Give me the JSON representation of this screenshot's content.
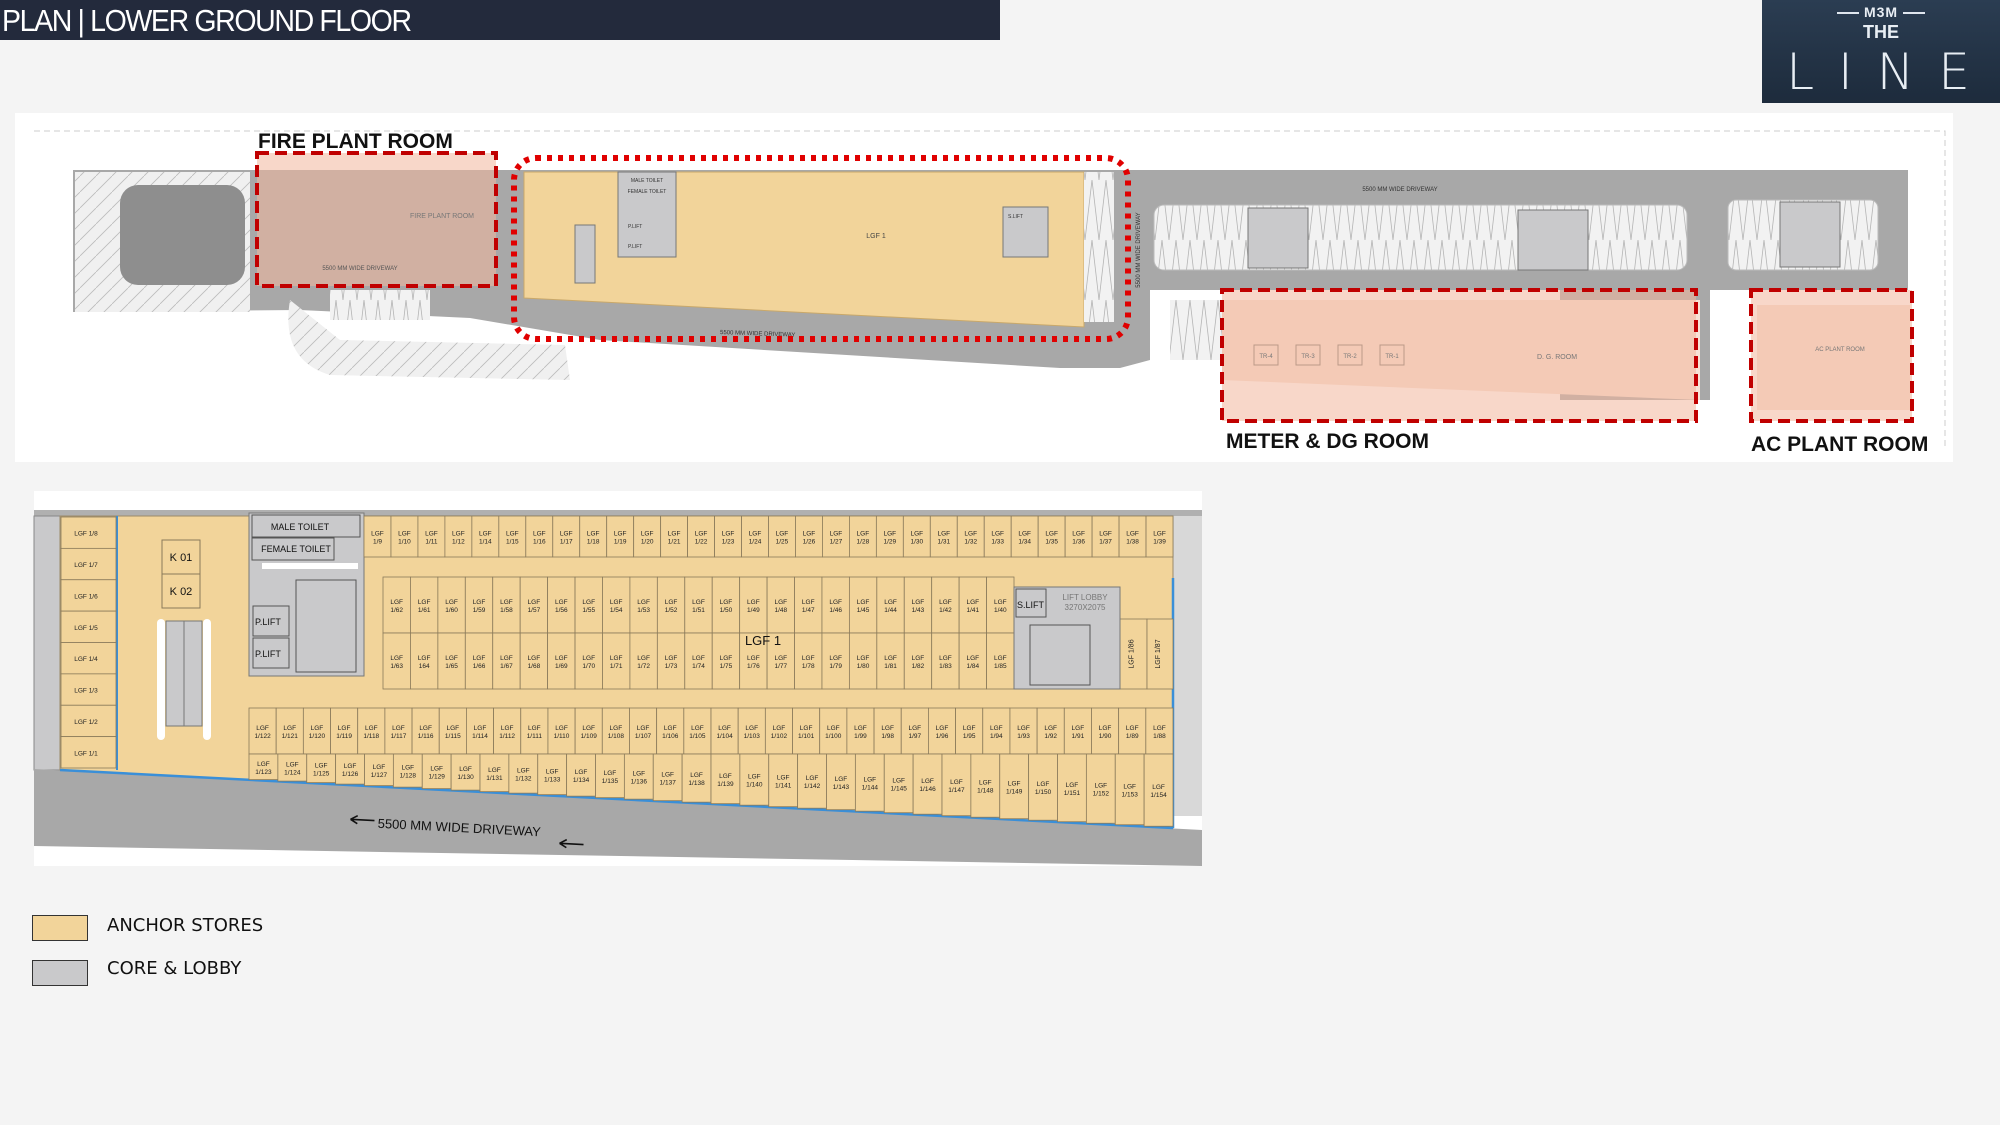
{
  "header": {
    "title": "PLAN | LOWER GROUND FLOOR"
  },
  "logo": {
    "brand": "M3M",
    "word": "LINE",
    "the": "THE"
  },
  "colors": {
    "anchor": "#f2d49a",
    "core": "#c9c9cb",
    "zone_outline": "#c00000",
    "zone_fill": "#f3b79c",
    "driveway": "#a8a8a8",
    "header_bg": "#232a3c"
  },
  "site_plan": {
    "zones": {
      "fire_plant": "FIRE PLANT ROOM",
      "meter_dg": "METER & DG ROOM",
      "ac_plant": "AC PLANT ROOM"
    },
    "labels": {
      "fire_plant_room": "FIRE PLANT ROOM",
      "lgf1": "LGF 1",
      "driveway": "5500 MM WIDE DRIVEWAY",
      "male_toilet": "MALE TOILET",
      "female_toilet": "FEMALE TOILET",
      "plift": "P.LIFT",
      "slift": "S.LIFT",
      "dg_room": "D. G. ROOM",
      "ac_plant_room": "AC PLANT ROOM",
      "transformers": [
        "TR-4",
        "TR-3",
        "TR-2",
        "TR-1"
      ]
    }
  },
  "detail_plan": {
    "anchor_label": "LGF 1",
    "male_toilet": "MALE TOILET",
    "female_toilet": "FEMALE TOILET",
    "plift": "P.LIFT",
    "slift": "S.LIFT",
    "lift_lobby": "LIFT LOBBY",
    "lift_lobby_size": "3270X2075",
    "kiosks": [
      "K 01",
      "K 02"
    ],
    "driveway": "5500 MM WIDE DRIVEWAY",
    "left_units": [
      "LGF 1/8",
      "LGF 1/7",
      "LGF 1/6",
      "LGF 1/5",
      "LGF 1/4",
      "LGF 1/3",
      "LGF 1/2",
      "LGF 1/1"
    ],
    "top_units": [
      "LGF 1/9",
      "LGF 1/10",
      "LGF 1/11",
      "LGF 1/12",
      "LGF 1/14",
      "LGF 1/15",
      "LGF 1/16",
      "LGF 1/17",
      "LGF 1/18",
      "LGF 1/19",
      "LGF 1/20",
      "LGF 1/21",
      "LGF 1/22",
      "LGF 1/23",
      "LGF 1/24",
      "LGF 1/25",
      "LGF 1/26",
      "LGF 1/27",
      "LGF 1/28",
      "LGF 1/29",
      "LGF 1/30",
      "LGF 1/31",
      "LGF 1/32",
      "LGF 1/33",
      "LGF 1/34",
      "LGF 1/35",
      "LGF 1/36",
      "LGF 1/37",
      "LGF 1/38",
      "LGF 1/39"
    ],
    "mid_upper_units": [
      "LGF 1/62",
      "LGF 1/61",
      "LGF 1/60",
      "LGF 1/59",
      "LGF 1/58",
      "LGF 1/57",
      "LGF 1/56",
      "LGF 1/55",
      "LGF 1/54",
      "LGF 1/53",
      "LGF 1/52",
      "LGF 1/51",
      "LGF 1/50",
      "LGF 1/49",
      "LGF 1/48",
      "LGF 1/47",
      "LGF 1/46",
      "LGF 1/45",
      "LGF 1/44",
      "LGF 1/43",
      "LGF 1/42",
      "LGF 1/41",
      "LGF 1/40"
    ],
    "mid_lower_units": [
      "LGF 1/63",
      "LGF 164",
      "LGF 1/65",
      "LGF 1/66",
      "LGF 1/67",
      "LGF 1/68",
      "LGF 1/69",
      "LGF 1/70",
      "LGF 1/71",
      "LGF 1/72",
      "LGF 1/73",
      "LGF 1/74",
      "LGF 1/75",
      "LGF 1/76",
      "LGF 1/77",
      "LGF 1/78",
      "LGF 1/79",
      "LGF 1/80",
      "LGF 1/81",
      "LGF 1/82",
      "LGF 1/83",
      "LGF 1/84",
      "LGF 1/85"
    ],
    "side_units": [
      "LGF 1/86",
      "LGF 1/87"
    ],
    "bottom_a_units": [
      "LGF 1/122",
      "LGF 1/121",
      "LGF 1/120",
      "LGF 1/119",
      "LGF 1/118",
      "LGF 1/117",
      "LGF 1/116",
      "LGF 1/115",
      "LGF 1/114",
      "LGF 1/112",
      "LGF 1/111",
      "LGF 1/110",
      "LGF 1/109",
      "LGF 1/108",
      "LGF 1/107",
      "LGF 1/106",
      "LGF 1/105",
      "LGF 1/104",
      "LGF 1/103",
      "LGF 1/102",
      "LGF 1/101",
      "LGF 1/100",
      "LGF 1/99",
      "LGF 1/98",
      "LGF 1/97",
      "LGF 1/96",
      "LGF 1/95",
      "LGF 1/94",
      "LGF 1/93",
      "LGF 1/92",
      "LGF 1/91",
      "LGF 1/90",
      "LGF 1/89",
      "LGF 1/88"
    ],
    "bottom_b_units": [
      "LGF 1/123",
      "LGF 1/124",
      "LGF 1/125",
      "LGF 1/126",
      "LGF 1/127",
      "LGF 1/128",
      "LGF 1/129",
      "LGF 1/130",
      "LGF 1/131",
      "LGF 1/132",
      "LGF 1/133",
      "LGF 1/134",
      "LGF 1/135",
      "LGF 1/136",
      "LGF 1/137",
      "LGF 1/138",
      "LGF 1/139",
      "LGF 1/140",
      "LGF 1/141",
      "LGF 1/142",
      "LGF 1/143",
      "LGF 1/144",
      "LGF 1/145",
      "LGF 1/146",
      "LGF 1/147",
      "LGF 1/148",
      "LGF 1/149",
      "LGF 1/150",
      "LGF 1/151",
      "LGF 1/152",
      "LGF 1/153",
      "LGF 1/154"
    ]
  },
  "legend": [
    {
      "label": "ANCHOR STORES",
      "color": "#f2d49a"
    },
    {
      "label": "CORE & LOBBY",
      "color": "#c9c9cb"
    }
  ]
}
